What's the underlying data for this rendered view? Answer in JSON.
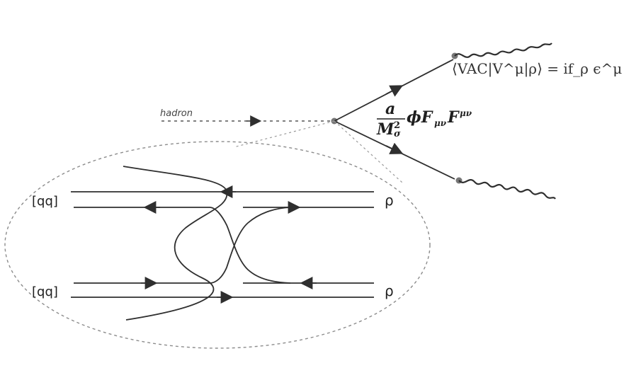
{
  "diagram": {
    "labels": {
      "hadron": "hadron",
      "vertex_coupling": {
        "numerator": "a",
        "denominator_main": "M",
        "denominator_sup": "2",
        "denominator_sub": "σ",
        "rest_text": "ϕF",
        "rest_sub": "μν",
        "rest_text2": "F",
        "rest_sup": "μν"
      },
      "matrix_element": "⟨VAC|V^μ|ρ⟩ = if_ρ ϵ^μ",
      "diquark_top": "[qq]",
      "diquark_bottom": "[qq]",
      "rho_top": "ρ",
      "rho_bottom": "ρ"
    },
    "colors": {
      "line": "#2f2f2f",
      "text": "#1f1f1f",
      "dashed": "#555555",
      "ellipse": "#8c8c8c",
      "background": "#ffffff"
    },
    "icons": {
      "top_wave": "wavy-line",
      "bottom_wave": "wavy-line"
    }
  }
}
